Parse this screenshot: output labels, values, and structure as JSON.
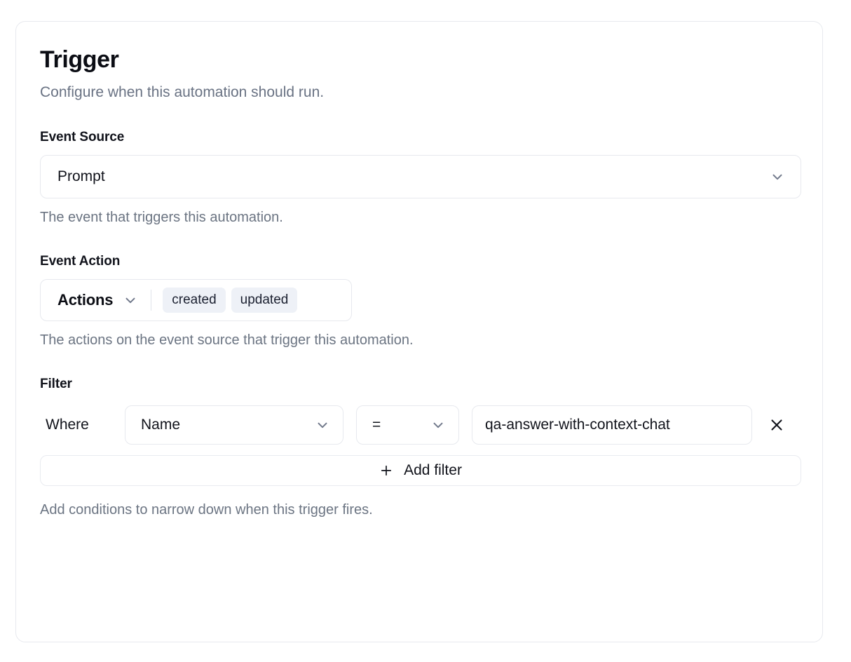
{
  "card": {
    "title": "Trigger",
    "subtitle": "Configure when this automation should run."
  },
  "event_source": {
    "label": "Event Source",
    "value": "Prompt",
    "help": "The event that triggers this automation.",
    "chevron_icon": "chevron-down-icon"
  },
  "event_action": {
    "label": "Event Action",
    "trigger_label": "Actions",
    "chevron_icon": "chevron-down-icon",
    "chips": [
      "created",
      "updated"
    ],
    "help": "The actions on the event source that trigger this automation."
  },
  "filter": {
    "label": "Filter",
    "where_label": "Where",
    "field_value": "Name",
    "operator_value": "=",
    "value": "qa-answer-with-context-chat",
    "value_placeholder": "Value",
    "remove_icon": "close-icon",
    "add_filter_label": "Add filter",
    "add_filter_icon": "plus-icon",
    "help": "Add conditions to narrow down when this trigger fires."
  },
  "colors": {
    "text_primary": "#11131b",
    "text_muted": "#6b7482",
    "border": "#e7e9ee",
    "chip_bg": "#eef1f7",
    "chevron": "#70788a",
    "card_bg": "#ffffff"
  }
}
